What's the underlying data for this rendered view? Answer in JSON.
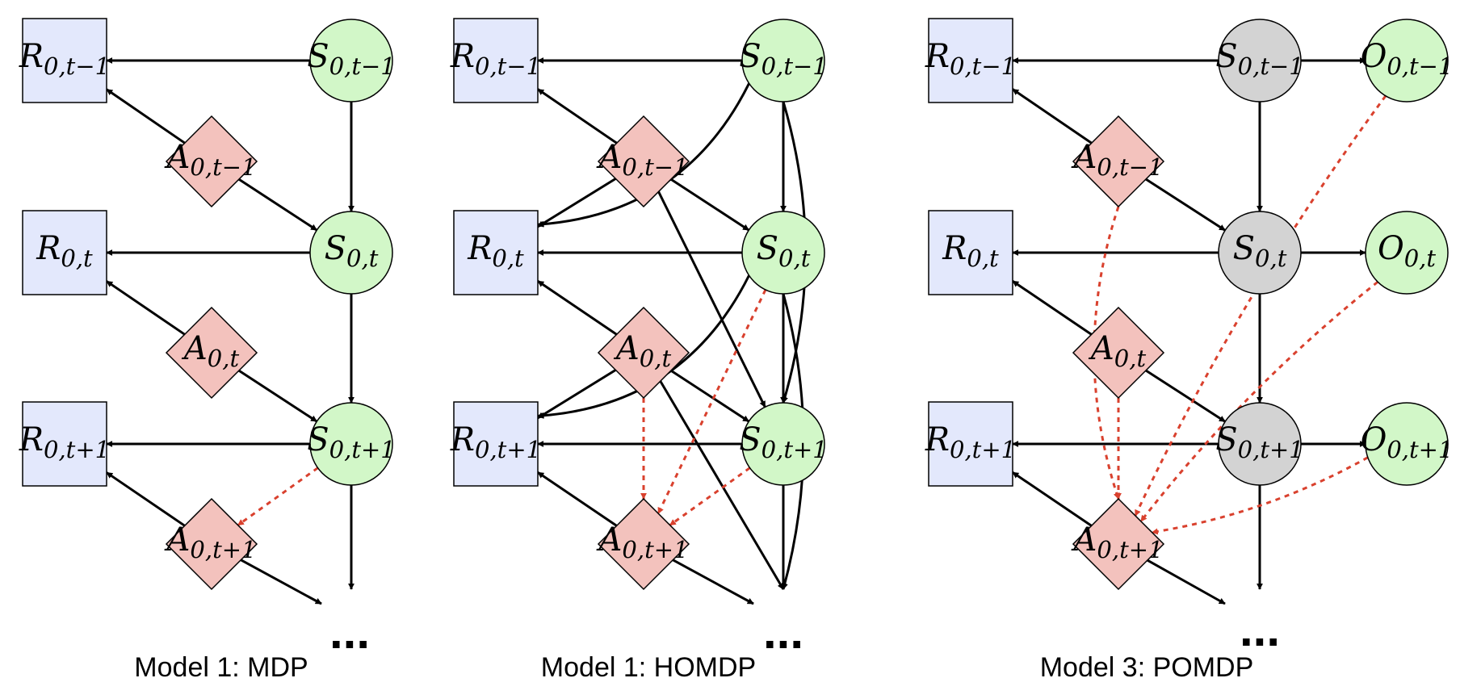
{
  "colors": {
    "reward": "#e3e8fc",
    "state_observed": "#d2f7c8",
    "state_hidden": "#d3d3d3",
    "action": "#f3c2bd",
    "observation": "#d2f7c8",
    "dashed_edge": "#d9412e",
    "solid_edge": "#000000"
  },
  "ellipsis": "...",
  "panels": [
    {
      "caption": "Model 1: MDP",
      "nodes": [
        {
          "id": "R0",
          "kind": "reward",
          "base": "R",
          "sub": "0,t−1"
        },
        {
          "id": "R1",
          "kind": "reward",
          "base": "R",
          "sub": "0,t"
        },
        {
          "id": "R2",
          "kind": "reward",
          "base": "R",
          "sub": "0,t+1"
        },
        {
          "id": "S0",
          "kind": "state_observed",
          "base": "S",
          "sub": "0,t−1"
        },
        {
          "id": "S1",
          "kind": "state_observed",
          "base": "S",
          "sub": "0,t"
        },
        {
          "id": "S2",
          "kind": "state_observed",
          "base": "S",
          "sub": "0,t+1"
        },
        {
          "id": "A0",
          "kind": "action",
          "base": "A",
          "sub": "0,t−1"
        },
        {
          "id": "A1",
          "kind": "action",
          "base": "A",
          "sub": "0,t"
        },
        {
          "id": "A2",
          "kind": "action",
          "base": "A",
          "sub": "0,t+1"
        }
      ],
      "edges": [
        {
          "from": "S0",
          "to": "R0",
          "style": "solid"
        },
        {
          "from": "S1",
          "to": "R1",
          "style": "solid"
        },
        {
          "from": "S2",
          "to": "R2",
          "style": "solid"
        },
        {
          "from": "S0",
          "to": "S1",
          "style": "solid"
        },
        {
          "from": "S1",
          "to": "S2",
          "style": "solid"
        },
        {
          "from": "S2",
          "to": "END_S",
          "style": "solid"
        },
        {
          "from": "A0",
          "to": "R0",
          "style": "solid"
        },
        {
          "from": "A1",
          "to": "R1",
          "style": "solid"
        },
        {
          "from": "A2",
          "to": "R2",
          "style": "solid"
        },
        {
          "from": "A0",
          "to": "S1",
          "style": "solid"
        },
        {
          "from": "A1",
          "to": "S2",
          "style": "solid"
        },
        {
          "from": "A2",
          "to": "END_A",
          "style": "solid"
        },
        {
          "from": "S2",
          "to": "A2",
          "style": "dashed"
        }
      ]
    },
    {
      "caption": "Model 1: HOMDP",
      "nodes": [
        {
          "id": "R0",
          "kind": "reward",
          "base": "R",
          "sub": "0,t−1"
        },
        {
          "id": "R1",
          "kind": "reward",
          "base": "R",
          "sub": "0,t"
        },
        {
          "id": "R2",
          "kind": "reward",
          "base": "R",
          "sub": "0,t+1"
        },
        {
          "id": "S0",
          "kind": "state_observed",
          "base": "S",
          "sub": "0,t−1"
        },
        {
          "id": "S1",
          "kind": "state_observed",
          "base": "S",
          "sub": "0,t"
        },
        {
          "id": "S2",
          "kind": "state_observed",
          "base": "S",
          "sub": "0,t+1"
        },
        {
          "id": "A0",
          "kind": "action",
          "base": "A",
          "sub": "0,t−1"
        },
        {
          "id": "A1",
          "kind": "action",
          "base": "A",
          "sub": "0,t"
        },
        {
          "id": "A2",
          "kind": "action",
          "base": "A",
          "sub": "0,t+1"
        }
      ],
      "edges": [
        {
          "from": "S0",
          "to": "R0",
          "style": "solid"
        },
        {
          "from": "S1",
          "to": "R1",
          "style": "solid"
        },
        {
          "from": "S2",
          "to": "R2",
          "style": "solid"
        },
        {
          "from": "S0",
          "to": "S1",
          "style": "solid"
        },
        {
          "from": "S1",
          "to": "S2",
          "style": "solid"
        },
        {
          "from": "S2",
          "to": "END_S",
          "style": "solid"
        },
        {
          "from": "S0",
          "to": "R1",
          "style": "solid"
        },
        {
          "from": "S1",
          "to": "R2",
          "style": "solid"
        },
        {
          "from": "S0",
          "to": "S2",
          "style": "solid"
        },
        {
          "from": "S1",
          "to": "END_S",
          "style": "solid"
        },
        {
          "from": "A0",
          "to": "R0",
          "style": "solid"
        },
        {
          "from": "A0",
          "to": "R1",
          "style": "solid"
        },
        {
          "from": "A0",
          "to": "S1",
          "style": "solid"
        },
        {
          "from": "A0",
          "to": "S2",
          "style": "solid"
        },
        {
          "from": "A1",
          "to": "R1",
          "style": "solid"
        },
        {
          "from": "A1",
          "to": "R2",
          "style": "solid"
        },
        {
          "from": "A1",
          "to": "S2",
          "style": "solid"
        },
        {
          "from": "A1",
          "to": "END_S",
          "style": "solid"
        },
        {
          "from": "A2",
          "to": "R2",
          "style": "solid"
        },
        {
          "from": "A2",
          "to": "END_A",
          "style": "solid"
        },
        {
          "from": "A1",
          "to": "A2",
          "style": "dashed"
        },
        {
          "from": "S1",
          "to": "A2",
          "style": "dashed"
        },
        {
          "from": "S2",
          "to": "A2",
          "style": "dashed"
        }
      ]
    },
    {
      "caption": "Model 3: POMDP",
      "nodes": [
        {
          "id": "R0",
          "kind": "reward",
          "base": "R",
          "sub": "0,t−1"
        },
        {
          "id": "R1",
          "kind": "reward",
          "base": "R",
          "sub": "0,t"
        },
        {
          "id": "R2",
          "kind": "reward",
          "base": "R",
          "sub": "0,t+1"
        },
        {
          "id": "S0",
          "kind": "state_hidden",
          "base": "S",
          "sub": "0,t−1"
        },
        {
          "id": "S1",
          "kind": "state_hidden",
          "base": "S",
          "sub": "0,t"
        },
        {
          "id": "S2",
          "kind": "state_hidden",
          "base": "S",
          "sub": "0,t+1"
        },
        {
          "id": "O0",
          "kind": "observation",
          "base": "O",
          "sub": "0,t−1"
        },
        {
          "id": "O1",
          "kind": "observation",
          "base": "O",
          "sub": "0,t"
        },
        {
          "id": "O2",
          "kind": "observation",
          "base": "O",
          "sub": "0,t+1"
        },
        {
          "id": "A0",
          "kind": "action",
          "base": "A",
          "sub": "0,t−1"
        },
        {
          "id": "A1",
          "kind": "action",
          "base": "A",
          "sub": "0,t"
        },
        {
          "id": "A2",
          "kind": "action",
          "base": "A",
          "sub": "0,t+1"
        }
      ],
      "edges": [
        {
          "from": "S0",
          "to": "R0",
          "style": "solid"
        },
        {
          "from": "S1",
          "to": "R1",
          "style": "solid"
        },
        {
          "from": "S2",
          "to": "R2",
          "style": "solid"
        },
        {
          "from": "S0",
          "to": "O0",
          "style": "solid"
        },
        {
          "from": "S1",
          "to": "O1",
          "style": "solid"
        },
        {
          "from": "S2",
          "to": "O2",
          "style": "solid"
        },
        {
          "from": "S0",
          "to": "S1",
          "style": "solid"
        },
        {
          "from": "S1",
          "to": "S2",
          "style": "solid"
        },
        {
          "from": "S2",
          "to": "END_S",
          "style": "solid"
        },
        {
          "from": "A0",
          "to": "R0",
          "style": "solid"
        },
        {
          "from": "A1",
          "to": "R1",
          "style": "solid"
        },
        {
          "from": "A2",
          "to": "R2",
          "style": "solid"
        },
        {
          "from": "A0",
          "to": "S1",
          "style": "solid"
        },
        {
          "from": "A1",
          "to": "S2",
          "style": "solid"
        },
        {
          "from": "A2",
          "to": "END_A",
          "style": "solid"
        },
        {
          "from": "A0",
          "to": "A2",
          "style": "dashed"
        },
        {
          "from": "A1",
          "to": "A2",
          "style": "dashed"
        },
        {
          "from": "O0",
          "to": "A2",
          "style": "dashed"
        },
        {
          "from": "O1",
          "to": "A2",
          "style": "dashed"
        },
        {
          "from": "O2",
          "to": "A2",
          "style": "dashed"
        }
      ]
    }
  ]
}
